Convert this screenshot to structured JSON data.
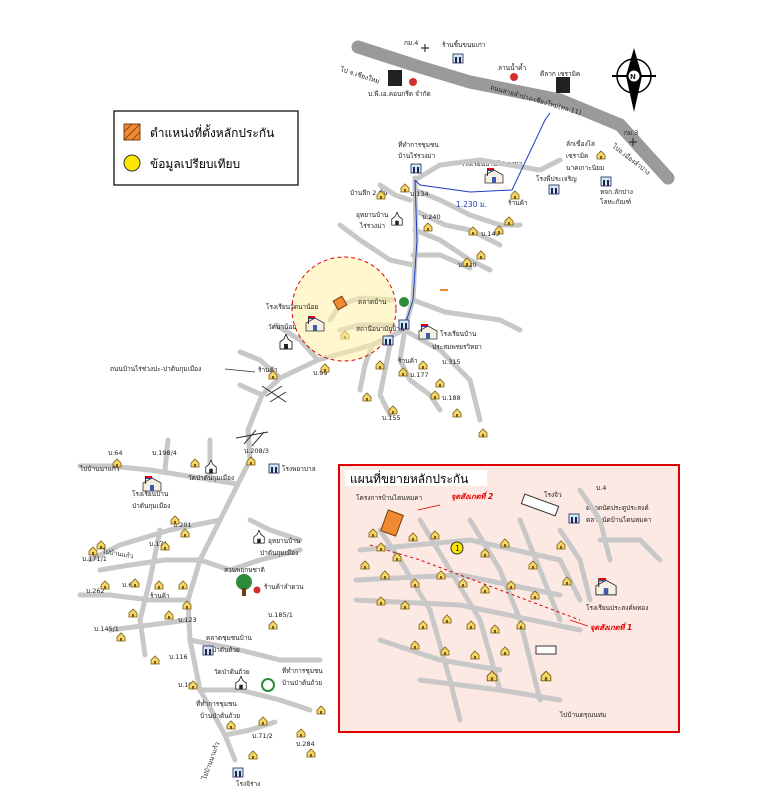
{
  "legend": {
    "items": [
      {
        "label": "ตำแหน่งที่ตั้งหลักประกัน",
        "swatch": "#f08a30"
      },
      {
        "label": "ข้อมูลเปรียบเทียบ",
        "swatch": "#ffe600"
      }
    ]
  },
  "colors": {
    "road": "#c8c8c8",
    "highway": "#9a9a9a",
    "route": "#1a3fbf",
    "highlight": "#e00000",
    "inset_fill": "#fde9e3",
    "inset_border": "#e00000",
    "subject": "#f08a30",
    "comparable": "#ffe600",
    "circle_fill": "#fff2a8"
  },
  "highway": {
    "left_label": "ไป จ.เชียงใหม่",
    "road_label": "ถนนสายลำปาง-เชียงใหม่(ทล.11)",
    "right_label": "ไปอ.เมืองลำปาง",
    "km4": "กม.4",
    "km3": "กม.3"
  },
  "top_places": {
    "shrine": "ร้านชิ้นขนมเก่า",
    "gas": "บ.พี.เอ.คอนกรีต จำกัด",
    "market": "ลานน้ำค้ำ",
    "factory": "ดีลาก เซรามิค",
    "school_top": "ลักเขื่องไล่",
    "ceramic1": "เซรามิค",
    "ceramic2": "นาคเกาะนิยม",
    "school_ok": "โรงพี่ประเจริญ",
    "house_depot": "หจก.ลักปาง",
    "house_depot2": "โลหะภัณฑ์",
    "office": "ที่ทำการชุมชน",
    "office2": "บ้านไร่รวงม่า",
    "school_rai": "โรงเรียนบ้านไร่รวงม่า",
    "house2": "บ้านลึก 2 ชั้น",
    "temple_rai": "อุทยานบ้าน",
    "temple_rai2": "ไร่รวงม่า",
    "rain": "ร้านค้า"
  },
  "route_distance": "1.230 ม.",
  "addresses": {
    "a134": "บ.134",
    "a240": "บ.240",
    "a149": "บ.149",
    "a380": "บ.380",
    "a99": "บ.99",
    "a315": "บ.315",
    "a177": "บ.177",
    "a188": "บ.188",
    "a155": "บ.155",
    "a208": "บ.208/3",
    "a64": "บ.64",
    "a198": "บ.198/4",
    "a201": "บ.201",
    "a171": "บ.171",
    "a171b": "บ.171/1",
    "a262": "บ.262",
    "a61": "บ.61",
    "a145": "บ.145/1",
    "a123": "บ.123",
    "a116": "บ.116",
    "a185": "บ.185/1",
    "a100": "บ.100",
    "a71": "บ.71/2",
    "a284": "บ.284"
  },
  "middle_places": {
    "school_wat": "โรงเรียนวัดนาน้อย",
    "wat_na": "วัดนาน้อย",
    "temple_mid": "ร้านค้า",
    "market_mid": "ตลาดบ้าน",
    "health": "สถานีอนามัยบ้าน",
    "school_pra": "โรงเรียนบ้าน",
    "school_pra2": "ประสมพรยรวิทยา",
    "shop": "ร้านค้า",
    "road_name": "ถนนบ้านไร่ช่วงปะ-ปาต้นกุมเมือง"
  },
  "lower_places": {
    "school_pak": "โรงเรียนบ้าน",
    "school_pak2": "ป่าตันกุมเมือง",
    "wat_pak": "วัดป่าตันกุมเมือง",
    "hospital": "โรงพยาบาล",
    "far_left": "ไปบ้านนาแก้ว",
    "left2": "ไปบ้านแก้ว",
    "temple_pak": "อุทยานบ้าน",
    "temple_pak2": "ป่าตันกุมเมือง",
    "park": "สวนพฤกษชาติ",
    "post": "ร้านค้าลำดวน",
    "shop_left": "ร้านค้า",
    "market_low": "ตลาดชุมชนบ้าน",
    "market_low2": "ป่าตันถ้วย",
    "wat_low": "วัดป่าต้นถ้วย",
    "office_low": "ที่ทำการชุมชน",
    "office_low2": "บ้านป่าต้นถ้วย",
    "office_lower": "ที่ทำการชุมชน",
    "office_lower2": "บ้านป่าต้นถ้วย",
    "bottom_school": "โรงจิร่าง",
    "bottom_left": "ไปบ้านนาแก้ว"
  },
  "inset": {
    "title": "แผนที่ขยายหลักประกัน",
    "project": "โครงการบ้านไดนหมคา",
    "point2": "จุดสังเกตที่ 2",
    "point1": "จุดสังเกตที่ 1",
    "warehouse": "โรงจิว",
    "market_top": "ตลาดนัดประตูประสงค์",
    "market_top2": "ตลาดนัดบ้านไดนหมคา",
    "school": "โรงเรียนประสงค์พทอง",
    "bottom": "ไปบ้านตรุณนท่ม",
    "comparable_num": "1",
    "top_right": "บ.4"
  }
}
